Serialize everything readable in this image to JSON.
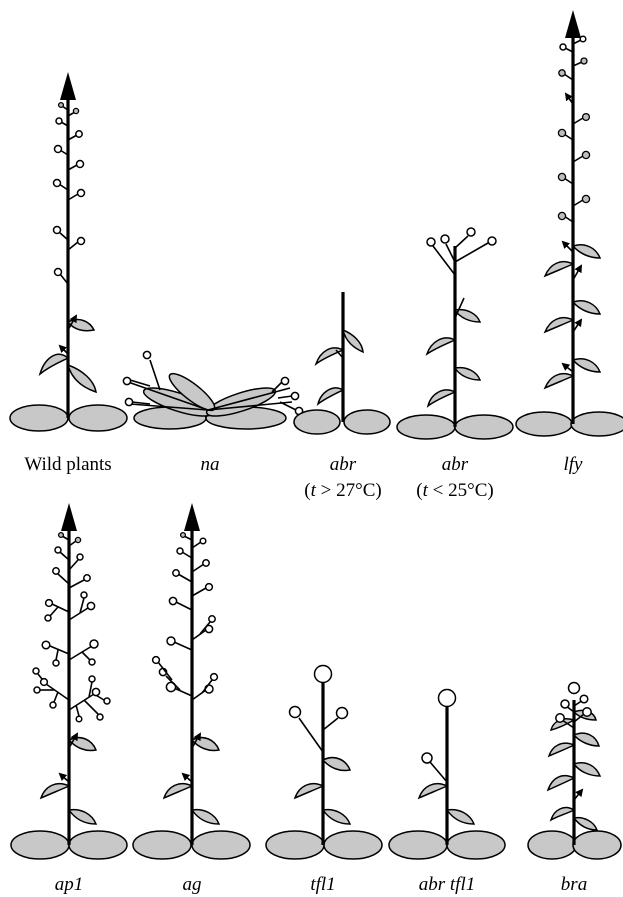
{
  "plants": [
    {
      "name": "wild-plants",
      "label": "Wild plants",
      "italic": false,
      "sublabel": ""
    },
    {
      "name": "na",
      "label": "na",
      "italic": true,
      "sublabel": ""
    },
    {
      "name": "abr-high-temp",
      "label": "abr",
      "italic": true,
      "sublabel": "(t > 27°C)",
      "sub_var": "t",
      "sub_rest": " > 27°C)"
    },
    {
      "name": "abr-low-temp",
      "label": "abr",
      "italic": true,
      "sublabel": "(t < 25°C)",
      "sub_var": "t",
      "sub_rest": " < 25°C)"
    },
    {
      "name": "lfy",
      "label": "lfy",
      "italic": true,
      "sublabel": ""
    },
    {
      "name": "ap1",
      "label": "ap1",
      "italic": true,
      "sublabel": ""
    },
    {
      "name": "ag",
      "label": "ag",
      "italic": true,
      "sublabel": ""
    },
    {
      "name": "tfl1",
      "label": "tfl1",
      "italic": true,
      "sublabel": ""
    },
    {
      "name": "abr-tfl1",
      "label": "abr tfl1",
      "italic": true,
      "sublabel": ""
    },
    {
      "name": "bra",
      "label": "bra",
      "italic": true,
      "sublabel": ""
    }
  ],
  "colors": {
    "leaf": "#c8c8c8",
    "bud": "#bdbdbd",
    "line": "#000000"
  }
}
